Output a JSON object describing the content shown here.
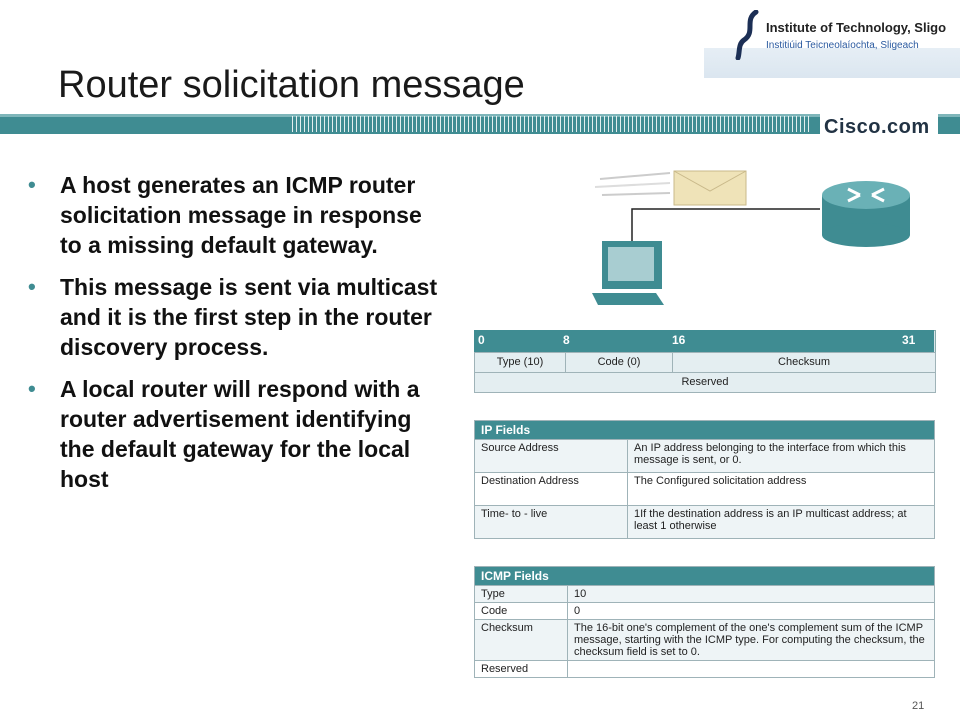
{
  "slide": {
    "title": "Router solicitation message",
    "page_number": "21"
  },
  "branding": {
    "institute_line1": "Institute of Technology, Sligo",
    "institute_line2": "Institiúid Teicneolaíochta, Sligeach",
    "cisco": "Cisco.com"
  },
  "bullets": [
    "A host generates an ICMP router solicitation message in response to a missing default gateway.",
    "This message is sent via multicast and it is the first step in the router discovery process.",
    "A local router will respond with a router advertisement identifying the default gateway for the local host"
  ],
  "bullet_marker": "•",
  "format_table": {
    "bit_labels": [
      "0",
      "8",
      "16",
      "31"
    ],
    "row1": [
      "Type (10)",
      "Code (0)",
      "Checksum"
    ],
    "row2": "Reserved"
  },
  "ip_fields": {
    "header": "IP Fields",
    "rows": [
      {
        "field": "Source Address",
        "desc": "An IP address belonging to the interface from which this message is sent, or 0."
      },
      {
        "field": "Destination Address",
        "desc": "The Configured solicitation address"
      },
      {
        "field": "Time- to - live",
        "desc": "1If the destination address is an IP multicast address; at least 1 otherwise"
      }
    ]
  },
  "icmp_fields": {
    "header": "ICMP Fields",
    "rows": [
      {
        "field": "Type",
        "desc": "10"
      },
      {
        "field": "Code",
        "desc": "0"
      },
      {
        "field": "Checksum",
        "desc": "The 16-bit one's complement of the one's complement sum of the ICMP message, starting with the ICMP type. For computing the checksum,  the checksum field is set to 0."
      },
      {
        "field": "Reserved",
        "desc": ""
      }
    ]
  },
  "colors": {
    "accent": "#3f8c92"
  }
}
